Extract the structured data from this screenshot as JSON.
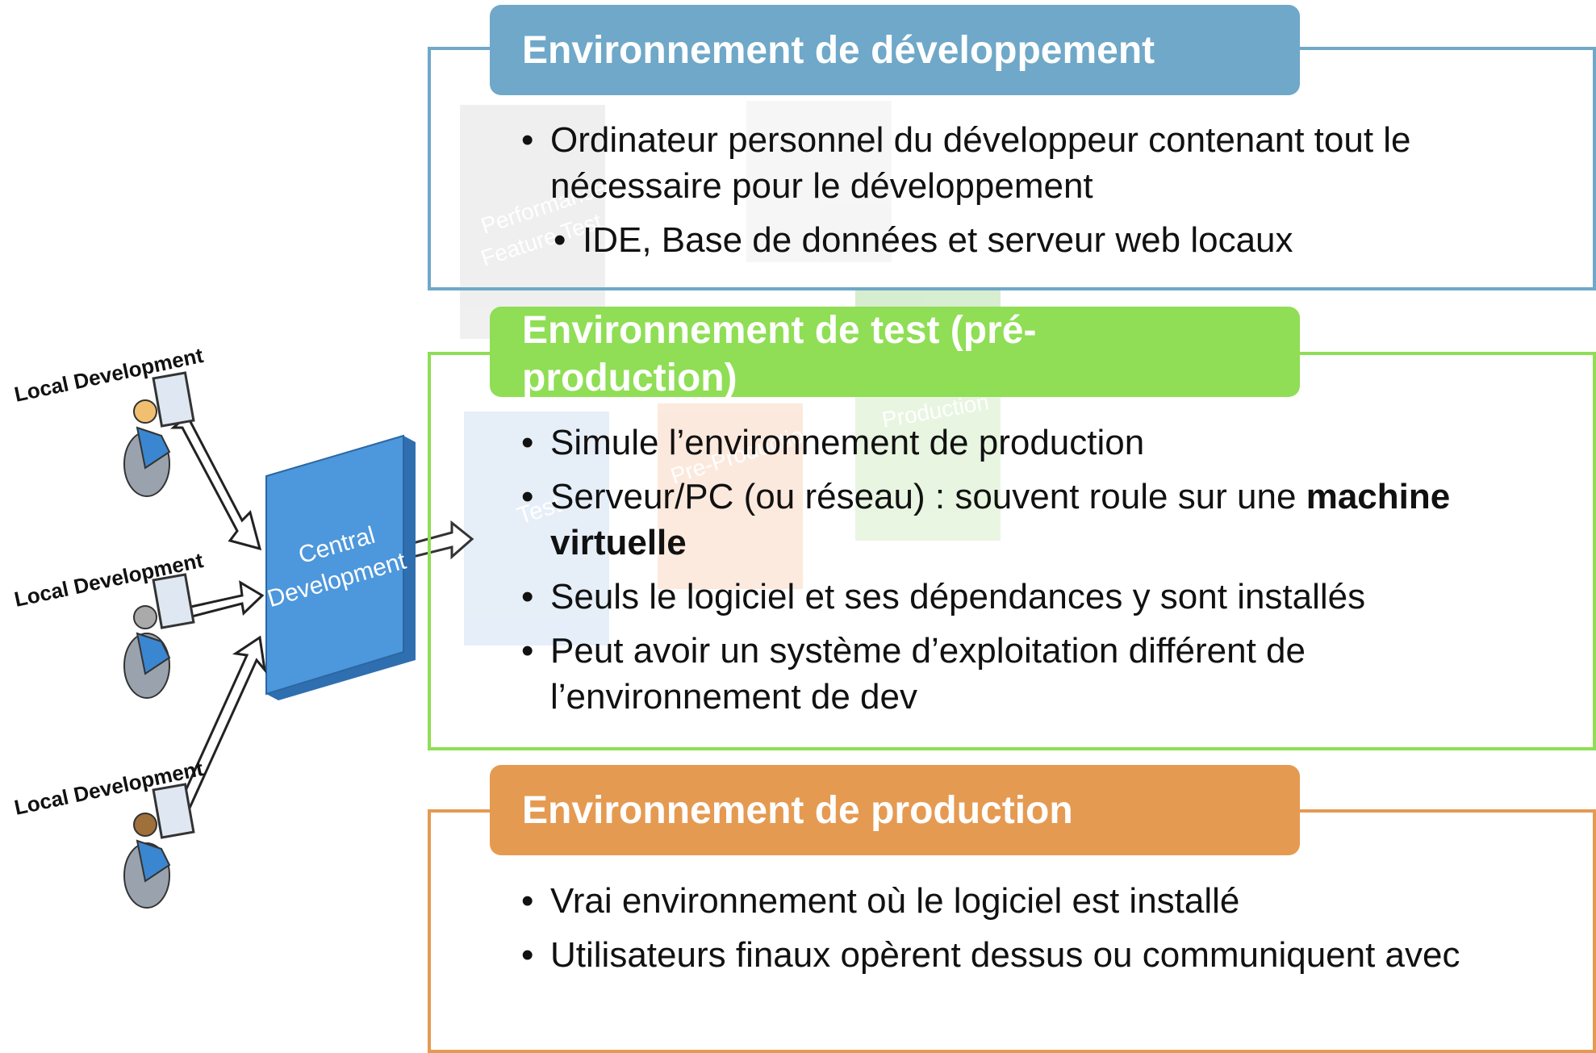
{
  "diagram": {
    "local_label_1": "Local Development",
    "local_label_2": "Local Development",
    "local_label_3": "Local Development",
    "central_line1": "Central",
    "central_line2": "Development",
    "bg_label_perf1": "Performance",
    "bg_label_perf2": "Feature Test",
    "bg_label_test": "Test",
    "bg_label_preprod": "Pre-Production",
    "bg_label_prod": "Production"
  },
  "environments": {
    "dev": {
      "title": "Environnement de développement",
      "color": "#6fa8c8",
      "bullets": [
        "Ordinateur personnel du développeur contenant tout le nécessaire pour le développement"
      ],
      "sub_bullets": [
        "IDE, Base de données et serveur web locaux"
      ]
    },
    "test": {
      "title": "Environnement de test (pré-production)",
      "color": "#8fde55",
      "bullets": [
        "Simule l’environnement de production",
        "Seuls le logiciel et ses dépendances y sont installés",
        "Peut avoir un système d’exploitation différent de l’environnement de dev"
      ],
      "server_bullet_text": "Serveur/PC (ou réseau) :  souvent roule sur une ",
      "server_bullet_bold": "machine virtuelle"
    },
    "prod": {
      "title": "Environnement de production",
      "color": "#e59a52",
      "bullets": [
        "Vrai environnement où le logiciel est installé",
        "Utilisateurs finaux opèrent dessus ou communiquent avec"
      ]
    }
  }
}
